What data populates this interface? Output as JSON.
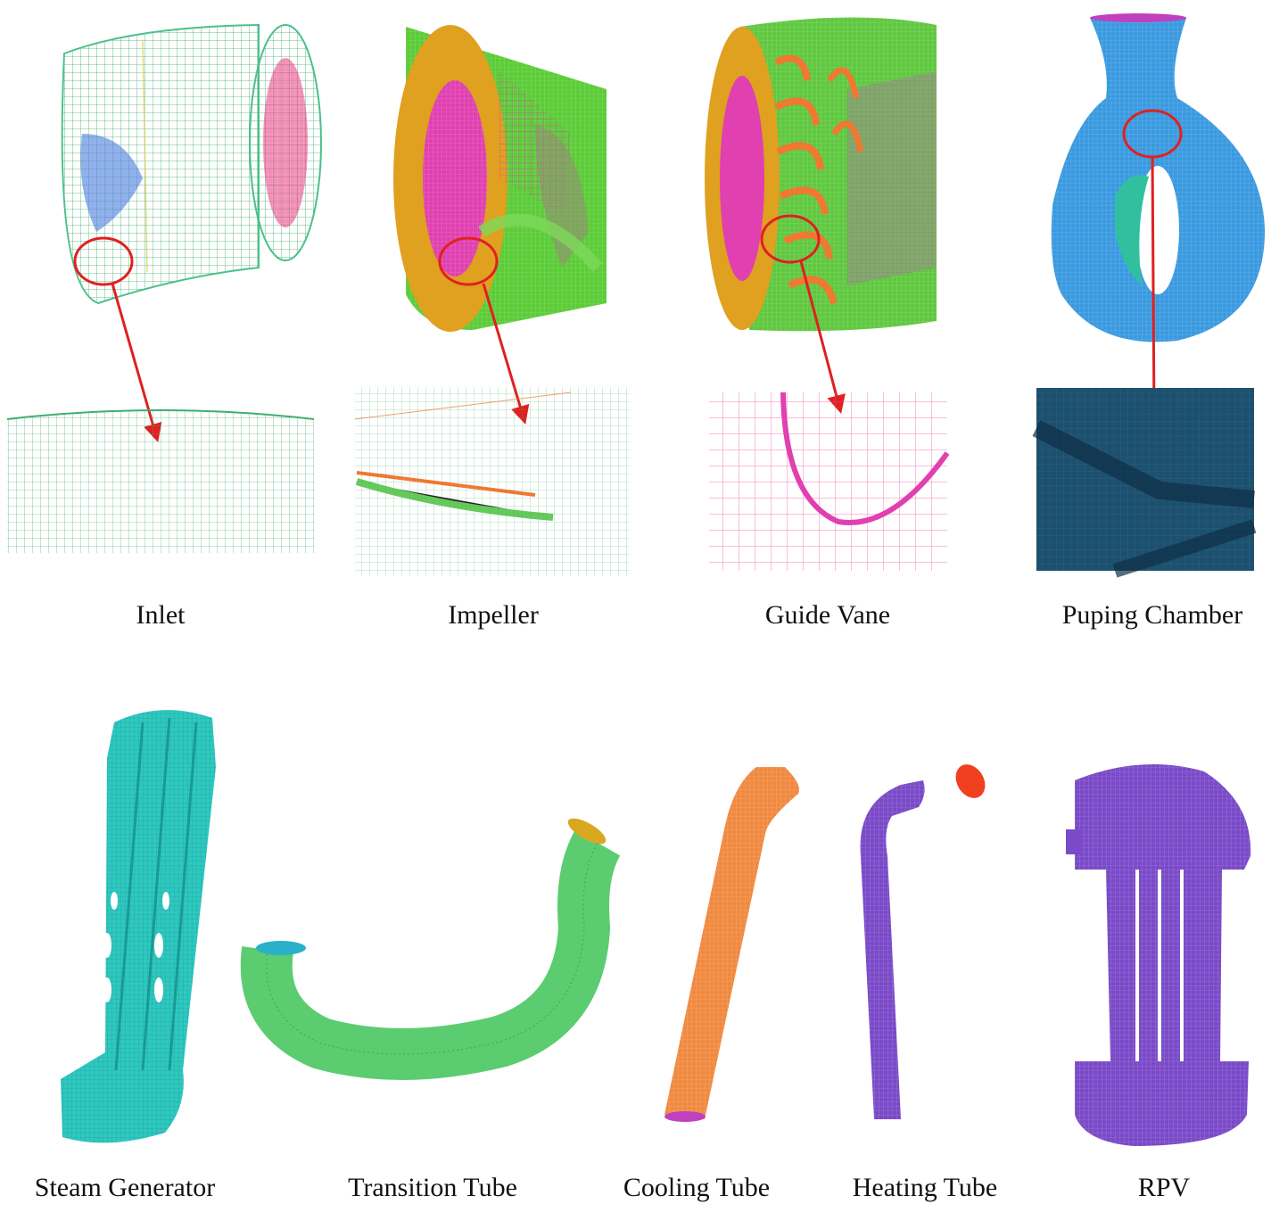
{
  "captions": {
    "inlet": "Inlet",
    "impeller": "Impeller",
    "guide_vane": "Guide Vane",
    "pumping_chamber": "Puping Chamber",
    "steam_generator": "Steam Generator",
    "transition_tube": "Transition Tube",
    "cooling_tube": "Cooling Tube",
    "heating_tube": "Heating Tube",
    "rpv": "RPV"
  },
  "colors": {
    "inlet_mesh": "#4cc08a",
    "inlet_outlet_face": "#e8337a",
    "inlet_cone": "#4a7de0",
    "impeller_body": "#5ccc38",
    "impeller_face": "#e0a020",
    "impeller_blade": "#e040b0",
    "guide_vane_body": "#60c840",
    "guide_vane_blade": "#f07830",
    "guide_vane_face": "#e0a020",
    "chamber_body": "#3a9ae0",
    "chamber_inner": "#30c0a0",
    "chamber_detail": "#1f4f6f",
    "steam_generator": "#2ec8c0",
    "transition_tube": "#5ccc70",
    "transition_end_a": "#2ab0c8",
    "transition_end_b": "#d8a820",
    "cooling_tube": "#f08a40",
    "cooling_end": "#c040c0",
    "heating_tube": "#7a4ac8",
    "heating_end": "#f04020",
    "rpv": "#7a4ac8",
    "highlight": "#e02020"
  }
}
